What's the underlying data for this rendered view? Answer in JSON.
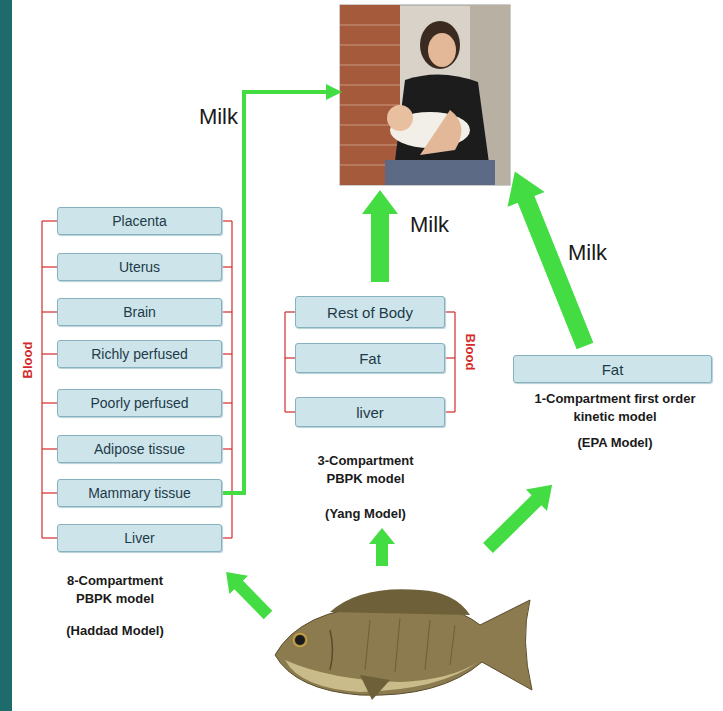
{
  "diagram": {
    "nodes": [
      {
        "text": [
          "Placenta"
        ]
      },
      {
        "text": [
          "Uterus"
        ]
      },
      {
        "text": [
          "Brain"
        ]
      },
      {
        "text": [
          "Richly perfused"
        ]
      },
      {
        "text": [
          "Poorly perfused"
        ]
      },
      {
        "text": [
          "Adipose tissue"
        ]
      },
      {
        "text": [
          "Mammary tissue"
        ]
      },
      {
        "text": [
          "Liver"
        ]
      },
      {
        "text": [
          "Rest of Body"
        ]
      },
      {
        "text": [
          "Fat"
        ]
      },
      {
        "text": [
          "liver"
        ]
      },
      {
        "text": [
          "Fat"
        ]
      }
    ],
    "labels": [
      "Milk",
      "Milk",
      "Milk",
      "Blood",
      "Blood",
      "8-Compartment PBPK model",
      "(Haddad Model)",
      "3-Compartment PBPK model",
      "(Yang Model)",
      "1-Compartment first order kinetic model",
      "(EPA Model)"
    ]
  }
}
